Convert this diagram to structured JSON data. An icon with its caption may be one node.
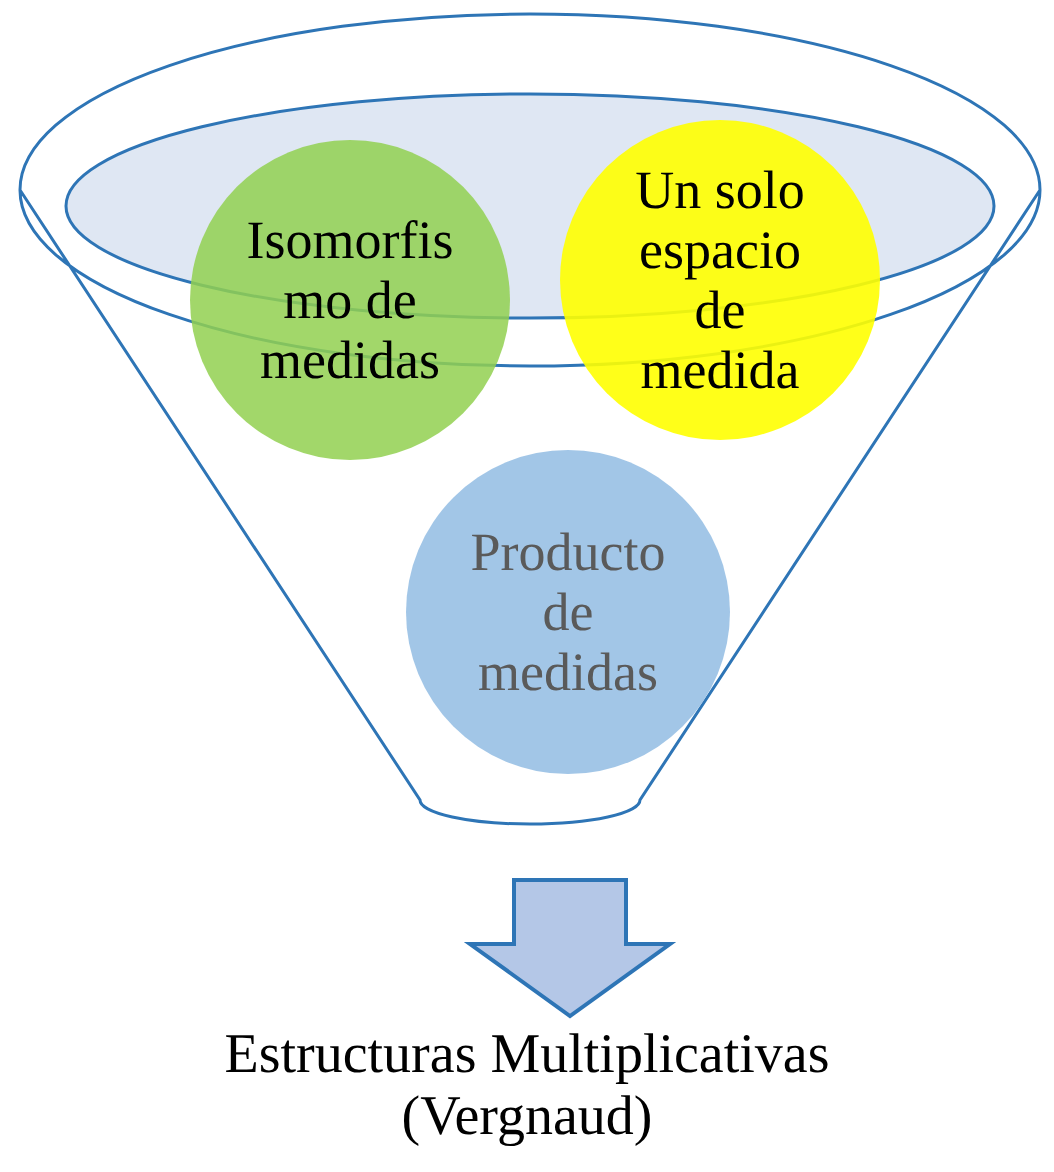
{
  "diagram": {
    "nodes": [
      {
        "text": [],
        "shape": "funnel"
      },
      {
        "text": [
          "Isomorfismo de medidas"
        ],
        "in": 0
      },
      {
        "text": [
          "Un solo espacio de medida"
        ],
        "in": 0
      },
      {
        "text": [
          "Producto de medidas"
        ],
        "in": 0
      },
      {
        "text": [
          "Estructuras Multiplicativas (Vergnaud)"
        ]
      }
    ],
    "edges": [
      {
        "from": 0,
        "to": 4,
        "arrow": "to",
        "style": "thick"
      }
    ]
  }
}
